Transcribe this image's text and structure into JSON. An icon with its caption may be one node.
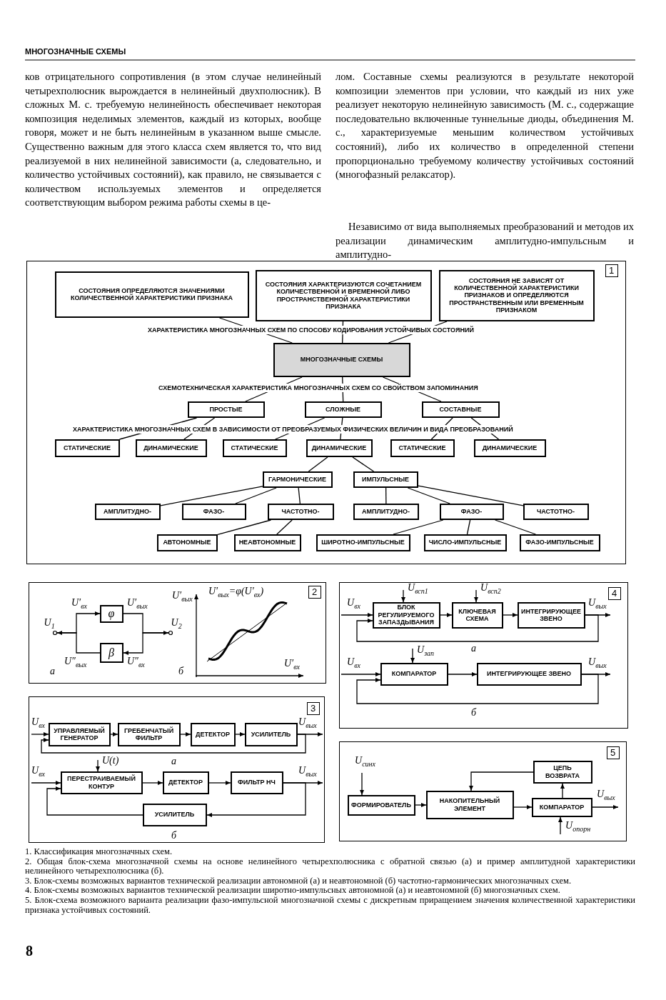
{
  "diagram": {
    "title": "МНОГОЗНАЧНЫЕ СХЕМЫ",
    "nodes": [
      {
        "text": [
          "1"
        ]
      },
      {
        "text": [
          "СОСТОЯНИЯ ОПРЕДЕЛЯЮТСЯ ЗНАЧЕНИЯМИ КОЛИЧЕСТВЕННОЙ ХАРАКТЕРИСТИКИ ПРИЗНАКА"
        ],
        "in": 0
      },
      {
        "text": [
          "СОСТОЯНИЯ ХАРАКТЕРИЗУЮТСЯ СОЧЕТАНИЕМ КОЛИЧЕСТВЕННОЙ И ВРЕМЕННОЙ ЛИБО ПРОСТРАНСТВЕННОЙ ХАРАКТЕРИСТИКИ ПРИЗНАКА"
        ],
        "in": 0
      },
      {
        "text": [
          "СОСТОЯНИЯ НЕ ЗАВИСЯТ ОТ КОЛИЧЕСТВЕННОЙ ХАРАКТЕРИСТИКИ ПРИЗНАКОВ И ОПРЕДЕЛЯЮТСЯ ПРОСТРАНСТВЕННЫМ ИЛИ ВРЕМЕННЫМ ПРИЗНАКОМ"
        ],
        "in": 0
      },
      {
        "text": [
          "МНОГОЗНАЧНЫЕ СХЕМЫ"
        ],
        "in": 0
      },
      {
        "text": [
          "ПРОСТЫЕ"
        ],
        "in": 0
      },
      {
        "text": [
          "СЛОЖНЫЕ"
        ],
        "in": 0
      },
      {
        "text": [
          "СОСТАВНЫЕ"
        ],
        "in": 0
      },
      {
        "text": [
          "СТАТИЧЕСКИЕ"
        ],
        "in": 0
      },
      {
        "text": [
          "ДИНАМИЧЕСКИЕ"
        ],
        "in": 0
      },
      {
        "text": [
          "СТАТИЧЕСКИЕ"
        ],
        "in": 0
      },
      {
        "text": [
          "ДИНАМИЧЕСКИЕ"
        ],
        "in": 0
      },
      {
        "text": [
          "СТАТИЧЕСКИЕ"
        ],
        "in": 0
      },
      {
        "text": [
          "ДИНАМИЧЕСКИЕ"
        ],
        "in": 0
      },
      {
        "text": [
          "ГАРМОНИЧЕСКИЕ"
        ],
        "in": 0
      },
      {
        "text": [
          "ИМПУЛЬСНЫЕ"
        ],
        "in": 0
      },
      {
        "text": [
          "АМПЛИТУДНО-"
        ],
        "in": 0
      },
      {
        "text": [
          "ФАЗО-"
        ],
        "in": 0
      },
      {
        "text": [
          "ЧАСТОТНО-"
        ],
        "in": 0
      },
      {
        "text": [
          "АМПЛИТУДНО-"
        ],
        "in": 0
      },
      {
        "text": [
          "ФАЗО-"
        ],
        "in": 0
      },
      {
        "text": [
          "ЧАСТОТНО-"
        ],
        "in": 0
      },
      {
        "text": [
          "АВТОНОМНЫЕ"
        ],
        "in": 0
      },
      {
        "text": [
          "НЕАВТОНОМНЫЕ"
        ],
        "in": 0
      },
      {
        "text": [
          "ШИРОТНО-ИМПУЛЬСНЫЕ"
        ],
        "in": 0
      },
      {
        "text": [
          "ЧИСЛО-ИМПУЛЬСНЫЕ"
        ],
        "in": 0
      },
      {
        "text": [
          "ФАЗО-ИМПУЛЬСНЫЕ"
        ],
        "in": 0
      },
      {
        "text": [
          "2"
        ]
      },
      {
        "text": [
          "U$_{1}$"
        ],
        "in": 27
      },
      {
        "text": [
          "φ"
        ],
        "in": 27
      },
      {
        "text": [
          "β"
        ],
        "in": 27
      },
      {
        "text": [
          "U$_{2}$"
        ],
        "in": 27
      },
      {
        "text": [
          "3"
        ]
      },
      {
        "text": [
          "УПРАВЛЯЕМЫЙ ГЕНЕРАТОР"
        ],
        "in": 32
      },
      {
        "text": [
          "ГРЕБЕНЧАТЫЙ ФИЛЬТР"
        ],
        "in": 32
      },
      {
        "text": [
          "ДЕТЕКТОР"
        ],
        "in": 32
      },
      {
        "text": [
          "УСИЛИТЕЛЬ"
        ],
        "in": 32
      },
      {
        "text": [
          "ПЕРЕСТРАИВАЕМЫЙ КОНТУР"
        ],
        "in": 32
      },
      {
        "text": [
          "ДЕТЕКТОР"
        ],
        "in": 32
      },
      {
        "text": [
          "ФИЛЬТР НЧ"
        ],
        "in": 32
      },
      {
        "text": [
          "УСИЛИТЕЛЬ"
        ],
        "in": 32
      },
      {
        "text": [
          "4"
        ]
      },
      {
        "text": [
          "БЛОК РЕГУЛИРУЕМОГО ЗАПАЗДЫВАНИЯ"
        ],
        "in": 41
      },
      {
        "text": [
          "КЛЮЧЕВАЯ СХЕМА"
        ],
        "in": 41
      },
      {
        "text": [
          "ИНТЕГРИРУЮЩЕЕ ЗВЕНО"
        ],
        "in": 41
      },
      {
        "text": [
          "КОМПАРАТОР"
        ],
        "in": 41
      },
      {
        "text": [
          "ИНТЕГРИРУЮЩЕЕ ЗВЕНО"
        ],
        "in": 41
      },
      {
        "text": [
          "5"
        ]
      },
      {
        "text": [
          "ФОРМИРОВАТЕЛЬ"
        ],
        "in": 47
      },
      {
        "text": [
          "НАКОПИТЕЛЬНЫЙ ЭЛЕМЕНТ"
        ],
        "in": 47
      },
      {
        "text": [
          "ЦЕПЬ ВОЗВРАТА"
        ],
        "in": 47
      },
      {
        "text": [
          "КОМПАРАТОР"
        ],
        "in": 47
      }
    ],
    "edges": [
      {
        "from": 1,
        "to": 4,
        "arrow": "none"
      },
      {
        "from": 2,
        "to": 4,
        "arrow": "none"
      },
      {
        "from": 3,
        "to": 4,
        "arrow": "none"
      },
      {
        "from": 4,
        "to": 5,
        "arrow": "none"
      },
      {
        "from": 4,
        "to": 6,
        "arrow": "none"
      },
      {
        "from": 4,
        "to": 7,
        "arrow": "none"
      },
      {
        "from": 5,
        "to": 8,
        "arrow": "none"
      },
      {
        "from": 5,
        "to": 9,
        "arrow": "none"
      },
      {
        "from": 6,
        "to": 10,
        "arrow": "none"
      },
      {
        "from": 6,
        "to": 11,
        "arrow": "none"
      },
      {
        "from": 7,
        "to": 12,
        "arrow": "none"
      },
      {
        "from": 7,
        "to": 13,
        "arrow": "none"
      },
      {
        "from": 11,
        "to": 14,
        "arrow": "none"
      },
      {
        "from": 11,
        "to": 15,
        "arrow": "none"
      },
      {
        "from": 14,
        "to": 16,
        "arrow": "none"
      },
      {
        "from": 14,
        "to": 17,
        "arrow": "none"
      },
      {
        "from": 14,
        "to": 18,
        "arrow": "none"
      },
      {
        "from": 15,
        "to": 19,
        "arrow": "none"
      },
      {
        "from": 15,
        "to": 20,
        "arrow": "none"
      },
      {
        "from": 15,
        "to": 21,
        "arrow": "none"
      },
      {
        "from": 18,
        "to": 22,
        "arrow": "none"
      },
      {
        "from": 18,
        "to": 23,
        "arrow": "none"
      },
      {
        "from": 20,
        "to": 24,
        "arrow": "none"
      },
      {
        "from": 20,
        "to": 25,
        "arrow": "none"
      },
      {
        "from": 20,
        "to": 26,
        "arrow": "none"
      },
      {
        "from": 28,
        "to": 29,
        "arrow": "to",
        "label": "U′$_{вх}$"
      },
      {
        "from": 29,
        "to": 31,
        "arrow": "to",
        "label": "U′$_{вых}$"
      },
      {
        "from": 31,
        "to": 30,
        "arrow": "to",
        "label": "U″$_{вх}$"
      },
      {
        "from": 30,
        "to": 28,
        "arrow": "to",
        "label": "U″$_{вых}$"
      },
      {
        "from": null,
        "to": 33,
        "arrow": "to",
        "label": "U$_{вх}$"
      },
      {
        "from": 33,
        "to": 34,
        "arrow": "to"
      },
      {
        "from": 34,
        "to": 35,
        "arrow": "to"
      },
      {
        "from": 35,
        "to": 36,
        "arrow": "to"
      },
      {
        "from": 36,
        "to": null,
        "arrow": "to",
        "label": "U$_{вых}$"
      },
      {
        "from": 36,
        "to": 33,
        "arrow": "to"
      },
      {
        "from": null,
        "to": 37,
        "arrow": "to",
        "label": "U$_{вх}$"
      },
      {
        "from": null,
        "to": 37,
        "arrow": "to",
        "label": "U(t)"
      },
      {
        "from": 37,
        "to": 38,
        "arrow": "to"
      },
      {
        "from": 38,
        "to": 39,
        "arrow": "to"
      },
      {
        "from": 39,
        "to": null,
        "arrow": "to",
        "label": "U$_{вых}$"
      },
      {
        "from": 39,
        "to": 40,
        "arrow": "to"
      },
      {
        "from": 40,
        "to": 37,
        "arrow": "to"
      },
      {
        "from": null,
        "to": 42,
        "arrow": "to",
        "label": "U$_{вх}$"
      },
      {
        "from": null,
        "to": 42,
        "arrow": "to",
        "label": "U$_{всп1}$"
      },
      {
        "from": null,
        "to": 43,
        "arrow": "to",
        "label": "U$_{всп2}$"
      },
      {
        "from": 42,
        "to": 43,
        "arrow": "to"
      },
      {
        "from": 43,
        "to": 44,
        "arrow": "to"
      },
      {
        "from": 44,
        "to": null,
        "arrow": "to",
        "label": "U$_{вых}$"
      },
      {
        "from": 44,
        "to": 42,
        "arrow": "to"
      },
      {
        "from": null,
        "to": 45,
        "arrow": "to",
        "label": "U$_{вх}$"
      },
      {
        "from": null,
        "to": 45,
        "arrow": "to",
        "label": "U$_{зап}$"
      },
      {
        "from": 45,
        "to": 46,
        "arrow": "to"
      },
      {
        "from": 46,
        "to": null,
        "arrow": "to",
        "label": "U$_{вых}$"
      },
      {
        "from": 46,
        "to": 45,
        "arrow": "to"
      },
      {
        "from": null,
        "to": 48,
        "arrow": "to",
        "label": "U$_{синх}$"
      },
      {
        "from": 48,
        "to": 49,
        "arrow": "to"
      },
      {
        "from": 49,
        "to": 51,
        "arrow": "to"
      },
      {
        "from": 51,
        "to": 50,
        "arrow": "to"
      },
      {
        "from": 50,
        "to": 49,
        "arrow": "to"
      },
      {
        "from": 51,
        "to": null,
        "arrow": "to",
        "label": "U$_{вых}$"
      },
      {
        "from": null,
        "to": 51,
        "arrow": "to",
        "label": "U$_{опорн}$"
      }
    ],
    "labels": [
      "ков отрицательного сопротивления (в этом случае нелинейный четырехполюсник вырождается в нелинейный двухполюсник). В сложных М. с. требуемую нелинейность обеспечивает некоторая композиция неделимых элементов, каждый из которых, вообще говоря, может и не быть нелинейным в указанном выше смысле. Существенно важным для этого класса схем является то, что вид реализуемой в них нелинейной зависимости (а, следовательно, и количество устойчивых состояний), как правило, не связывается с количеством используемых элементов и определяется соответствующим выбором режима работы схемы в це-",
      "лом. Составные схемы реализуются в результате некоторой композиции элементов при условии, что каждый из них уже реализует некоторую нелинейную зависимость (М. с., содержащие последовательно включенные туннельные диоды, объединения М. с., характеризуемые меньшим количеством устойчивых состояний), либо их количество в определенной степени пропорционально требуемому количеству устойчивых состояний (многофазный релаксатор).",
      "Независимо от вида выполняемых преобразований и методов их реализации динамическим амплитудно-импульсным и амплитудно-",
      "ХАРАКТЕРИСТИКА МНОГОЗНАЧНЫХ СХЕМ ПО СПОСОБУ КОДИРОВАНИЯ УСТОЙЧИВЫХ СОСТОЯНИЙ",
      "СХЕМОТЕХНИЧЕСКАЯ ХАРАКТЕРИСТИКА МНОГОЗНАЧНЫХ СХЕМ СО СВОЙСТВОМ ЗАПОМИНАНИЯ",
      "ХАРАКТЕРИСТИКА МНОГОЗНАЧНЫХ СХЕМ В ЗАВИСИМОСТИ ОТ ПРЕОБРАЗУЕМЫХ ФИЗИЧЕСКИХ ВЕЛИЧИН И ВИДА ПРЕОБРАЗОВАНИЙ",
      "а",
      "U′$_{вых}$",
      "U′$_{вых}$=φ(U′$_{вх}$)",
      "U′$_{вх}$",
      "б",
      "а",
      "б",
      "а",
      "б",
      "1. Классификация многозначных схем.",
      "2. Общая блок-схема многозначной схемы на основе нелинейного четырехполюсника с обратной связью (а) и пример амплитудной характеристики нелинейного четырехполюсника (б).",
      "3. Блок-схемы возможных вариантов технической реализации автономной (а) и неавтономной (б) частотно-гармонических многозначных схем.",
      "4. Блок-схемы возможных вариантов технической реализации широтно-импульсных автономной (а) и неавтономной (б) многозначных схем.",
      "5. Блок-схема возможного варианта реализации фазо-импульсной многозначной схемы с дискретным приращением значения количественной характеристики признака устойчивых состояний.",
      "8"
    ]
  }
}
